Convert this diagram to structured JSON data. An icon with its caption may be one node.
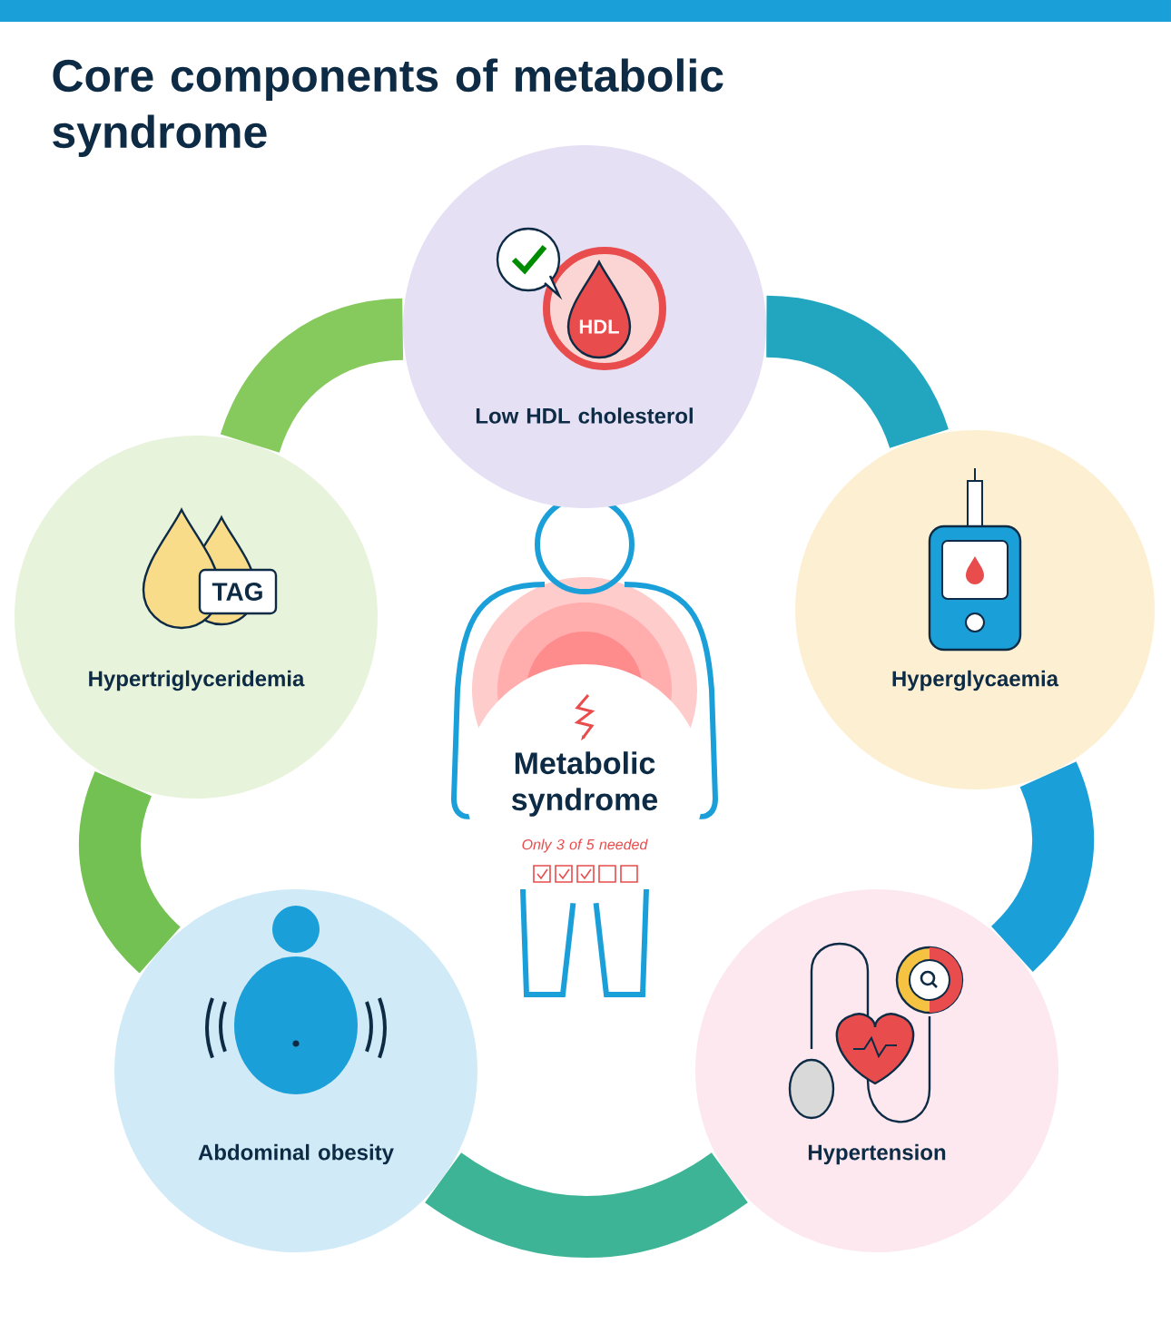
{
  "diagram": {
    "title": "Core components of metabolic syndrome",
    "nodes": [
      {
        "text": [
          "Metabolic syndrome",
          "Only 3 of 5 needed"
        ]
      },
      {
        "text": [
          "Low HDL cholesterol"
        ]
      },
      {
        "text": [
          "Hyperglycaemia"
        ]
      },
      {
        "text": [
          "Hypertension"
        ]
      },
      {
        "text": [
          "Abdominal obesity"
        ]
      },
      {
        "text": [
          "Hypertriglyceridemia"
        ]
      }
    ],
    "edges": [
      {
        "from": 1,
        "to": 2,
        "arrow": "none",
        "color": "#22a6bf"
      },
      {
        "from": 2,
        "to": 3,
        "arrow": "none",
        "color": "#1a9fd9"
      },
      {
        "from": 3,
        "to": 4,
        "arrow": "none",
        "color": "#3db496"
      },
      {
        "from": 4,
        "to": 5,
        "arrow": "none",
        "color": "#72c152"
      },
      {
        "from": 5,
        "to": 1,
        "arrow": "none",
        "color": "#86c95c"
      }
    ],
    "labels": [
      "HDL",
      "TAG"
    ]
  }
}
